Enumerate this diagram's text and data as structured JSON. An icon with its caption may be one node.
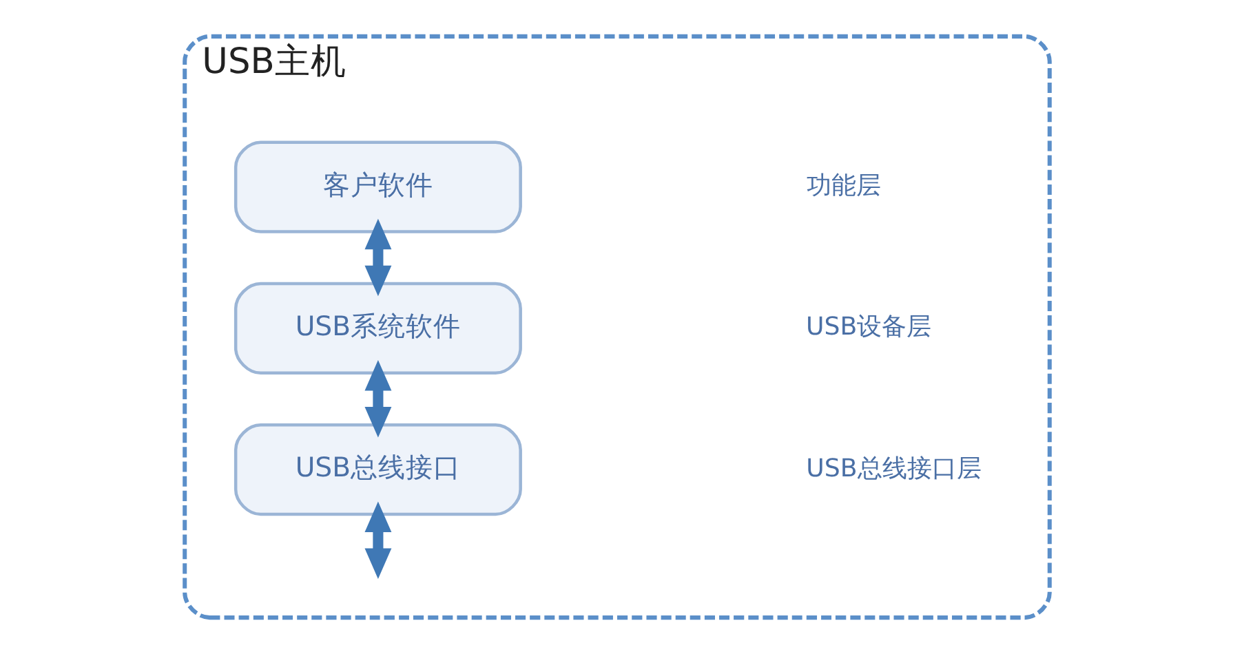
{
  "diagram": {
    "nodes": [
      {
        "text": [
          "USB主机"
        ]
      },
      {
        "text": [
          "客户软件"
        ],
        "in": 0
      },
      {
        "text": [
          "USB系统软件"
        ],
        "in": 0
      },
      {
        "text": [
          "USB总线接口"
        ],
        "in": 0
      }
    ],
    "edges": [
      {
        "from": 1,
        "to": 2,
        "arrow": "both"
      },
      {
        "from": 2,
        "to": 3,
        "arrow": "both"
      },
      {
        "from": 3,
        "to": null,
        "arrow": "both"
      }
    ],
    "labels": [
      "功能层",
      "USB设备层",
      "USB总线接口层"
    ]
  }
}
